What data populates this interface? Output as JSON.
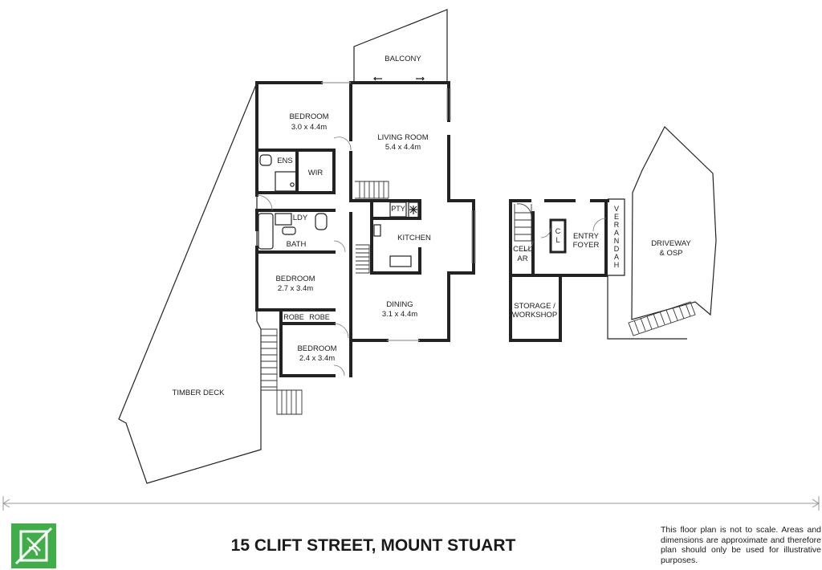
{
  "rooms": {
    "balcony": "BALCONY",
    "bedroom1": {
      "name": "BEDROOM",
      "dims": "3.0 x 4.4m"
    },
    "living": {
      "name": "LIVING ROOM",
      "dims": "5.4 x 4.4m"
    },
    "ens": "ENS",
    "wir": "WIR",
    "ldy": "LDY",
    "bath": "BATH",
    "pty": "PTY",
    "kitchen": "KITCHEN",
    "bedroom2": {
      "name": "BEDROOM",
      "dims": "2.7 x 3.4m"
    },
    "robe1": "ROBE",
    "robe2": "ROBE",
    "bedroom3": {
      "name": "BEDROOM",
      "dims": "2.4 x 3.4m"
    },
    "dining": {
      "name": "DINING",
      "dims": "3.1 x 4.4m"
    },
    "timber_deck": "TIMBER DECK",
    "cl_c": "C",
    "cl_l": "L",
    "cellar_1": "CELL",
    "cellar_2": "AR",
    "entry_1": "ENTRY",
    "entry_2": "FOYER",
    "verandah": [
      "V",
      "E",
      "R",
      "A",
      "N",
      "D",
      "A",
      "H"
    ],
    "storage_1": "STORAGE /",
    "storage_2": "WORKSHOP",
    "driveway_1": "DRIVEWAY",
    "driveway_2": "& OSP"
  },
  "title": "15 CLIFT STREET, MOUNT STUART",
  "disclaimer": "This floor plan is not to scale. Areas and dimensions are approximate and therefore plan should only be used for illustrative purposes.",
  "colors": {
    "logo": "#3fae49",
    "wall": "#222222"
  },
  "logo_icon": "brand-logo-icon"
}
